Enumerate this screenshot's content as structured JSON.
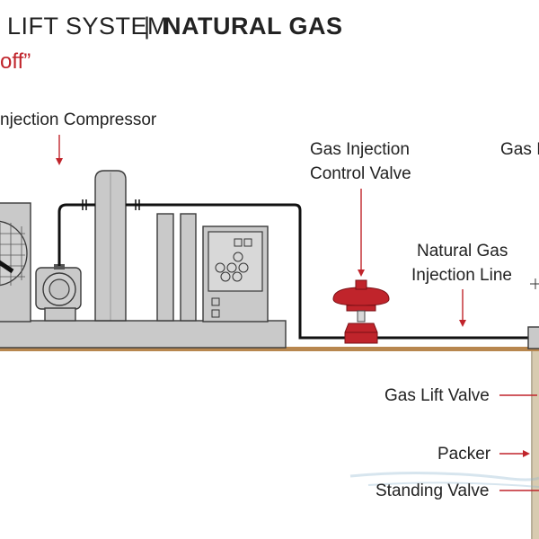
{
  "title": {
    "left": "LIFT SYSTEM",
    "separator": "|",
    "right": "NATURAL GAS"
  },
  "subtitle": "off”",
  "labels": {
    "compressor": "njection Compressor",
    "control_valve_line1": "Gas Injection",
    "control_valve_line2": "Control Valve",
    "gas_right": "Gas I",
    "injection_line_line1": "Natural Gas",
    "injection_line_line2": "Injection Line",
    "gas_lift_valve": "Gas Lift Valve",
    "packer": "Packer",
    "standing_valve": "Standing Valve"
  },
  "colors": {
    "accent_red": "#c0242b",
    "ground": "#b8874f",
    "equipment_gray": "#c9c9c9"
  }
}
